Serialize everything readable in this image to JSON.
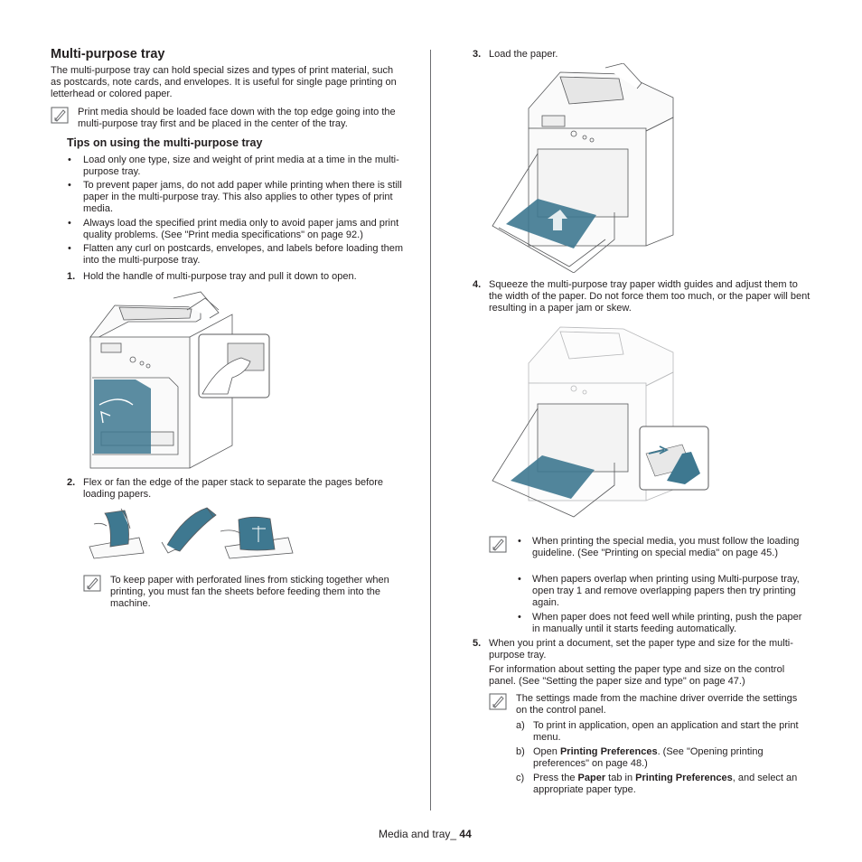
{
  "heading": "Multi-purpose tray",
  "intro": "The multi-purpose tray can hold special sizes and types of print material, such as postcards, note cards, and envelopes. It is useful for single page printing on letterhead or colored paper.",
  "note1": "Print media should be loaded face down with the top edge going into the multi-purpose tray first and be placed in the center of the tray.",
  "tips_heading": "Tips on using the multi-purpose tray",
  "tips": [
    "Load only one type, size and weight of print media at a time in the multi-purpose tray.",
    "To prevent paper jams, do not add paper while printing when there is still paper in the multi-purpose tray. This also applies to other types of print media.",
    "Always load the specified print media only to avoid paper jams and print quality problems. (See \"Print media specifications\" on page 92.)",
    "Flatten any curl on postcards, envelopes, and labels before loading them into the multi-purpose tray."
  ],
  "steps": {
    "s1": {
      "num": "1.",
      "text": "Hold the handle of multi-purpose tray and pull it down to open."
    },
    "s2": {
      "num": "2.",
      "text": "Flex or fan the edge of the paper stack to separate the pages before loading papers."
    },
    "s3": {
      "num": "3.",
      "text": "Load the paper."
    },
    "s4": {
      "num": "4.",
      "text": "Squeeze the multi-purpose tray paper width guides and adjust them to the width of the paper. Do not force them too much, or the paper will bent resulting in a paper jam or skew."
    },
    "s5": {
      "num": "5.",
      "text": "When you print a document, set the paper type and size for the multi-purpose tray."
    }
  },
  "note2": "To keep paper with perforated lines from sticking together when printing, you must fan the sheets before feeding them into the machine.",
  "note3_bullets": [
    "When printing the special media, you must follow the loading guideline. (See \"Printing on special media\" on page 45.)",
    "When papers overlap when printing using Multi-purpose tray, open tray 1 and remove overlapping papers then try printing again.",
    "When paper does not feed well while printing, push the paper in manually until it starts feeding automatically."
  ],
  "step5_info": "For information about setting the paper type and size on the control panel. (See \"Setting the paper size and type\" on page 47.)",
  "note4": "The settings made from the machine driver override the settings on the control panel.",
  "substeps": {
    "a_label": "a)",
    "a_text": "To print in application, open an application and start the print menu.",
    "b_label": "b)",
    "b_pre": "Open ",
    "b_bold": "Printing Preferences",
    "b_post": ". (See \"Opening printing preferences\" on page 48.)",
    "c_label": "c)",
    "c_pre": "Press the ",
    "c_bold1": "Paper",
    "c_mid": " tab in ",
    "c_bold2": "Printing Preferences",
    "c_post": ", and select an appropriate paper type."
  },
  "footer": {
    "section": "Media and tray_ ",
    "page": "44"
  },
  "colors": {
    "text": "#231f20",
    "accent": "#4a7f96",
    "tray_blue": "#3e7890",
    "divider": "#6d6e71"
  }
}
